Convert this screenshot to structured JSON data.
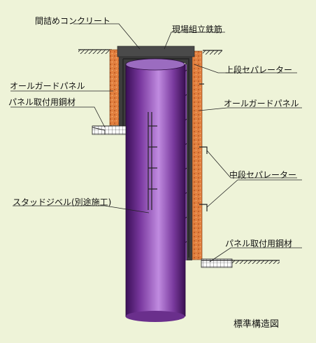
{
  "labels": {
    "infill_concrete": "間詰めコンクリート",
    "site_rebar": "現場組立鉄筋",
    "upper_separator": "上段セパレーター",
    "all_guard_panel_left": "オールガードパネル",
    "all_guard_panel_right": "オールガードパネル",
    "panel_steel_left": "パネル取付用鋼材",
    "middle_separator": "中段セパレーター",
    "stud_dowel": "スタッドジベル(別途施工)",
    "panel_steel_right": "パネル取付用鋼材",
    "caption": "標準構造図"
  },
  "colors": {
    "background": "#eef3d8",
    "pile_purple": "#6b2a8c",
    "concrete_dark": "#3d3d3d",
    "brick_orange": "#e07a3c",
    "ground_line": "#222222"
  }
}
